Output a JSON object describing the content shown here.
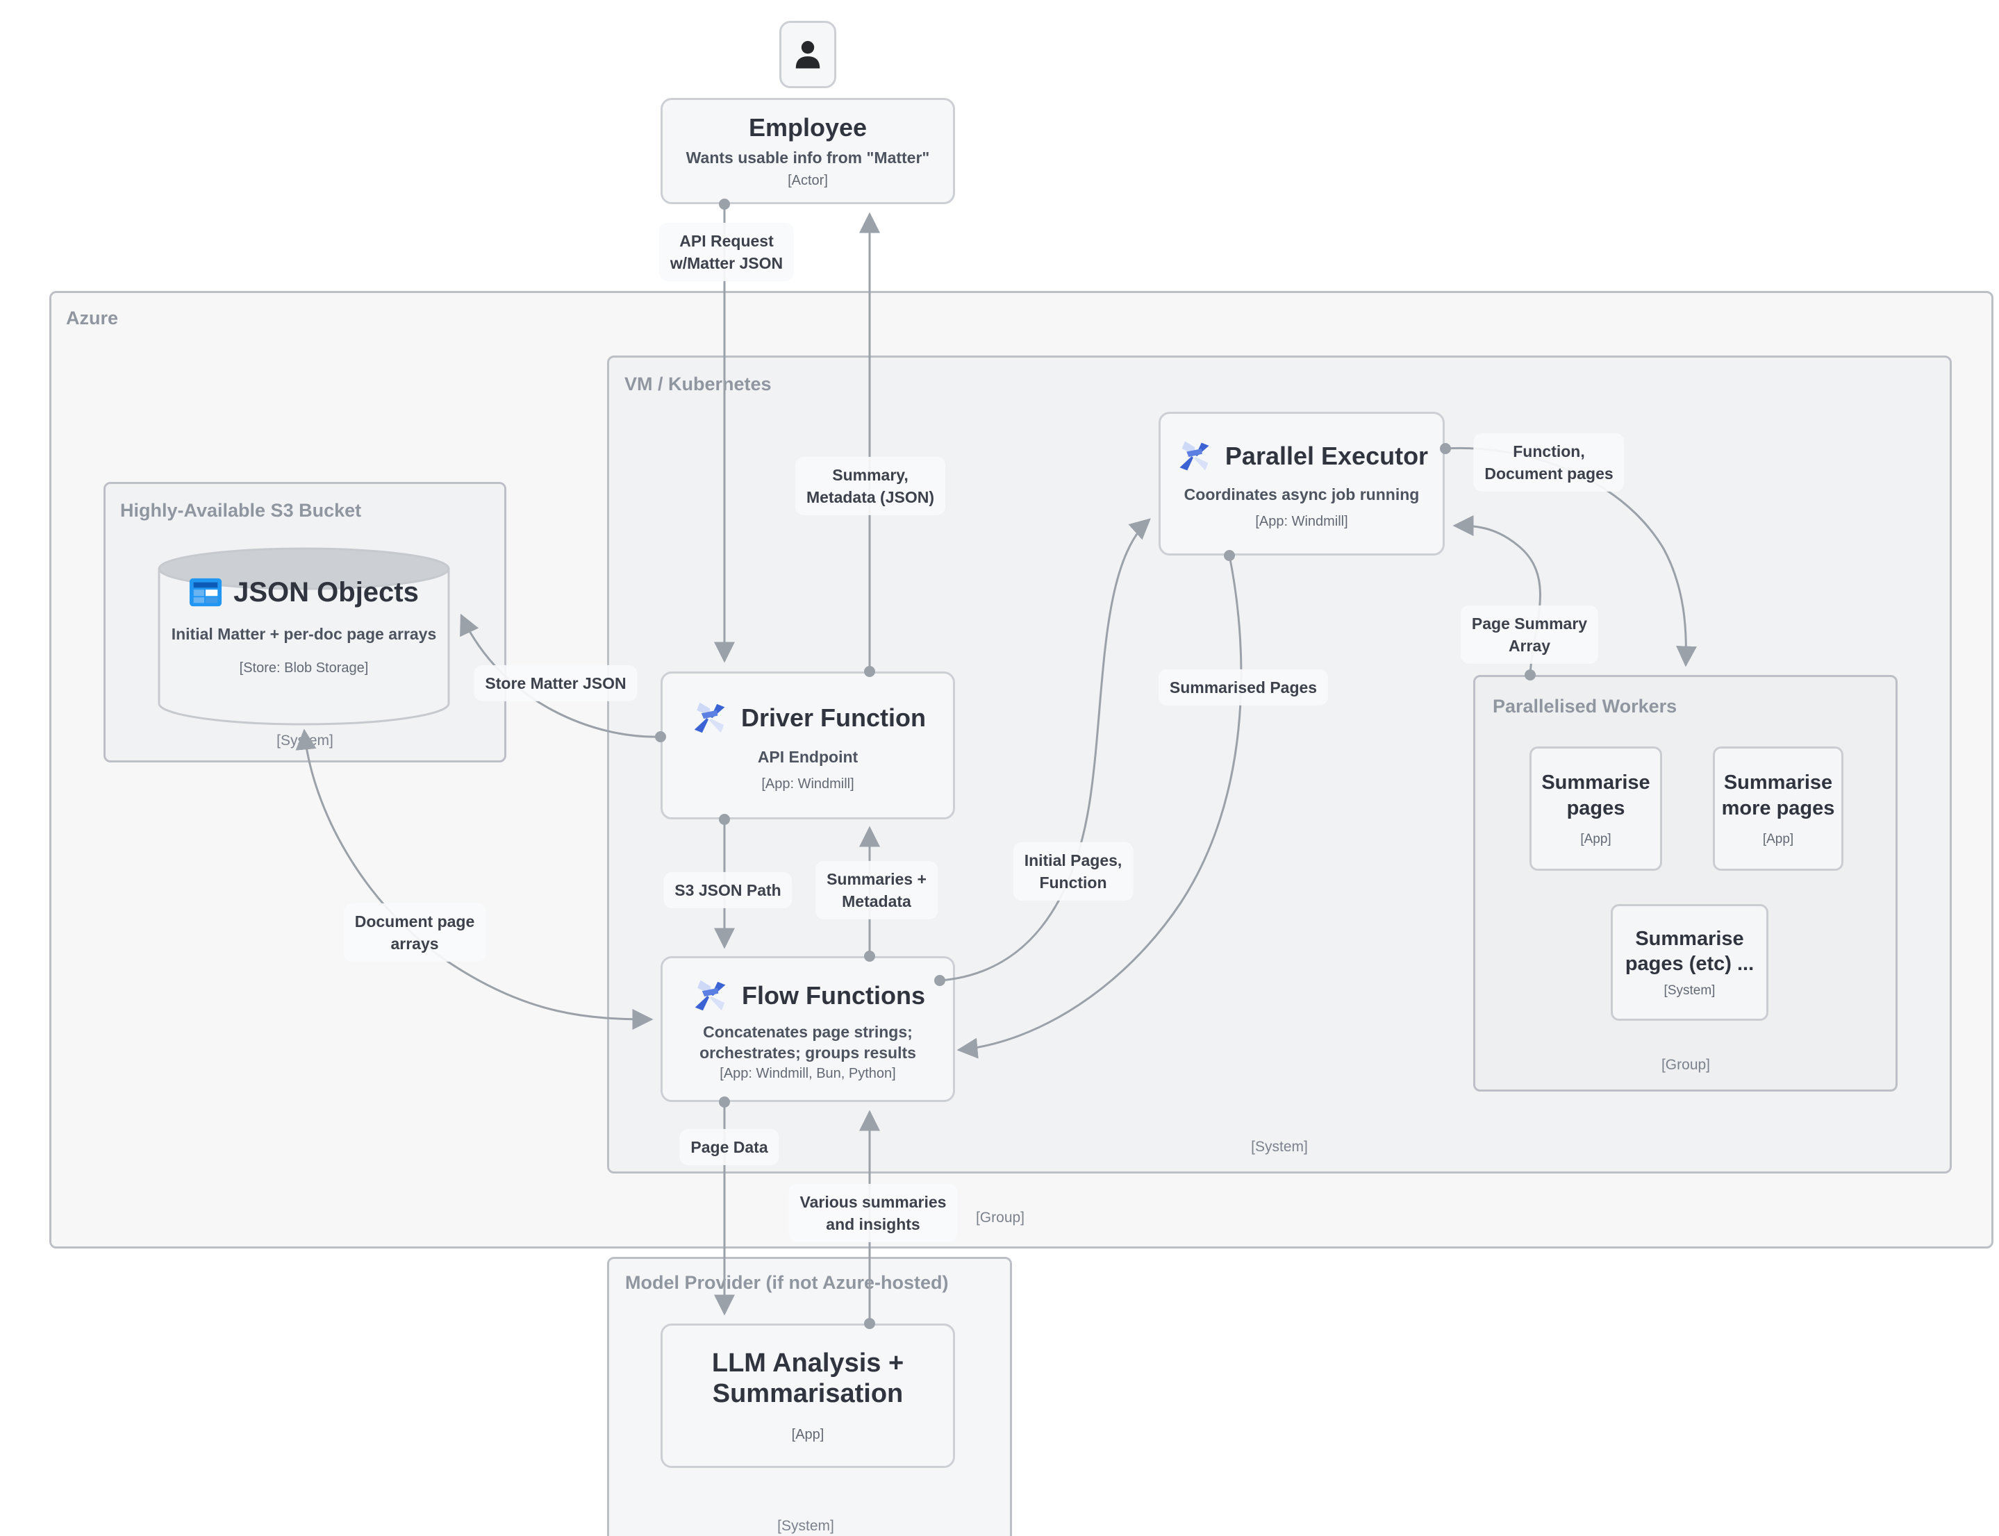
{
  "diagram": {
    "actor": {
      "title": "Employee",
      "subtitle": "Wants usable info from \"Matter\"",
      "meta": "[Actor]"
    },
    "groups": {
      "azure": {
        "label": "Azure",
        "footer": "[Group]"
      },
      "vm": {
        "label": "VM / Kubernetes",
        "footer": "[System]"
      },
      "s3": {
        "label": "Highly-Available S3 Bucket",
        "footer": "[System]"
      },
      "workers": {
        "label": "Parallelised Workers",
        "footer": "[Group]"
      },
      "model": {
        "label": "Model Provider (if not Azure-hosted)",
        "footer": "[System]"
      }
    },
    "nodes": {
      "json_objects": {
        "title": "JSON Objects",
        "subtitle": "Initial Matter + per-doc page arrays",
        "meta": "[Store: Blob Storage]"
      },
      "driver": {
        "title": "Driver Function",
        "subtitle": "API Endpoint",
        "meta": "[App: Windmill]"
      },
      "flow": {
        "title": "Flow Functions",
        "subtitle": "Concatenates page strings; orchestrates; groups results",
        "meta": "[App: Windmill, Bun, Python]"
      },
      "parallel": {
        "title": "Parallel Executor",
        "subtitle": "Coordinates async job running",
        "meta": "[App: Windmill]"
      },
      "llm": {
        "title": "LLM Analysis + Summarisation",
        "meta": "[App]"
      },
      "worker1": {
        "title": "Summarise pages",
        "meta": "[App]"
      },
      "worker2": {
        "title": "Summarise more pages",
        "meta": "[App]"
      },
      "worker3": {
        "title": "Summarise pages (etc) ...",
        "meta": "[System]"
      }
    },
    "edge_labels": {
      "api_request": {
        "line1": "API Request",
        "line2": "w/Matter JSON"
      },
      "summary_metadata": {
        "line1": "Summary,",
        "line2": "Metadata (JSON)"
      },
      "store_matter": {
        "line1": "Store Matter JSON"
      },
      "s3_json_path": {
        "line1": "S3 JSON Path"
      },
      "summaries_metadata": {
        "line1": "Summaries +",
        "line2": "Metadata"
      },
      "initial_pages": {
        "line1": "Initial Pages,",
        "line2": "Function"
      },
      "summarised_pages": {
        "line1": "Summarised Pages"
      },
      "function_documents": {
        "line1": "Function,",
        "line2": "Document pages"
      },
      "page_summary_array": {
        "line1": "Page Summary",
        "line2": "Array"
      },
      "document_page_arrays": {
        "line1": "Document page",
        "line2": "arrays"
      },
      "page_data": {
        "line1": "Page Data"
      },
      "various_summaries": {
        "line1": "Various summaries",
        "line2": "and insights"
      }
    },
    "colors": {
      "edge": "#9aa1a8",
      "windmill_blue": "#3b63d4",
      "storage_blue": "#2196f3"
    }
  }
}
